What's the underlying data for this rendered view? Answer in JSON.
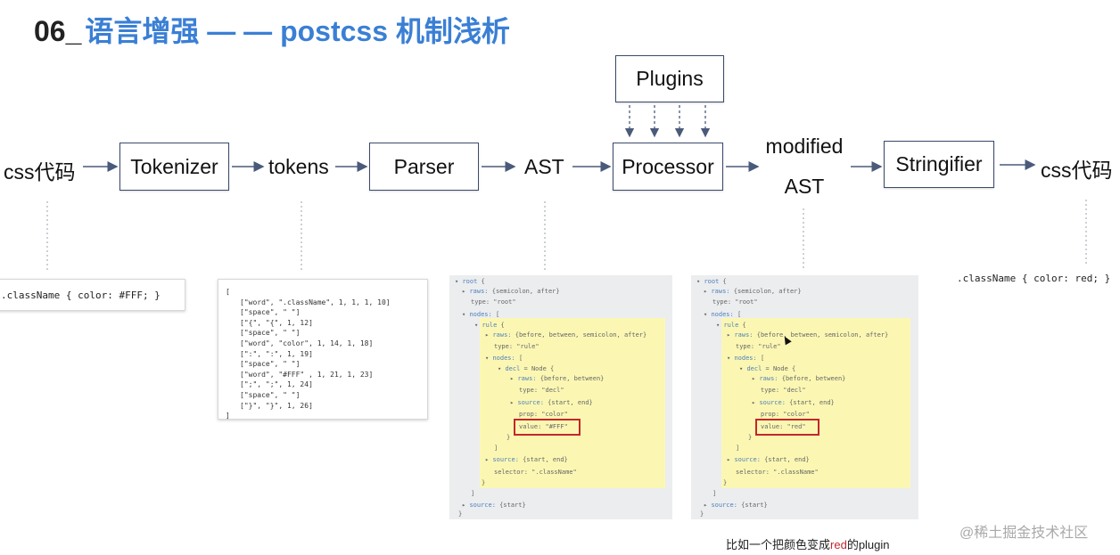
{
  "title": {
    "number": "06_",
    "text": "语言增强 — — postcss 机制浅析"
  },
  "flow": {
    "input_label": "css代码",
    "tokenizer": "Tokenizer",
    "tokens_label": "tokens",
    "parser": "Parser",
    "ast_label": "AST",
    "processor": "Processor",
    "plugins": "Plugins",
    "modified_ast_line1": "modified",
    "modified_ast_line2": "AST",
    "stringifier": "Stringifier",
    "output_label": "css代码"
  },
  "css_input": ".className { color: #FFF; }",
  "tokens": {
    "open": "[",
    "rows": [
      "[\"word\", \".className\", 1, 1, 1, 10]",
      "[\"space\", \" \"]",
      "[\"{\", \"{\", 1, 12]",
      "[\"space\", \" \"]",
      "[\"word\", \"color\", 1, 14, 1, 18]",
      "[\":\", \":\", 1, 19]",
      "[\"space\", \" \"]",
      "[\"word\", \"#FFF\" , 1, 21, 1, 23]",
      "[\";\", \";\", 1, 24]",
      "[\"space\", \" \"]",
      "[\"}\", \"}\", 1, 26]"
    ],
    "close": "]"
  },
  "ast_before": {
    "root": "root",
    "raws": "raws:",
    "raws_root_val": "{semicolon, after}",
    "type_root": "type: \"root\"",
    "nodes": "nodes:",
    "rule": "rule",
    "rule_raws_val": "{before, between, semicolon, after}",
    "type_rule": "type: \"rule\"",
    "decl": "decl",
    "decl_tag": "= Node {",
    "decl_raws_val": "{before, between}",
    "type_decl": "type: \"decl\"",
    "source": "source:",
    "source_val": "{start, end}",
    "prop": "prop: \"color\"",
    "value": "value: \"#FFF\"",
    "rule_source": "source:",
    "rule_source_val": "{start, end}",
    "selector": "selector: \".className\"",
    "root_source": "source:",
    "root_source_val": "{start}"
  },
  "ast_after": {
    "value": "value: \"red\""
  },
  "css_output": ".className { color: red; }",
  "caption": {
    "prefix": "比如一个把颜色变成",
    "highlight": "red",
    "suffix": "的plugin"
  },
  "watermark": "@稀土掘金技术社区",
  "colors": {
    "title_blue": "#3a7fd5",
    "box_border": "#3b4a6b",
    "arrow": "#4a5a7a",
    "highlight_yellow": "#fbf7b3",
    "red_box": "#c2272d"
  }
}
